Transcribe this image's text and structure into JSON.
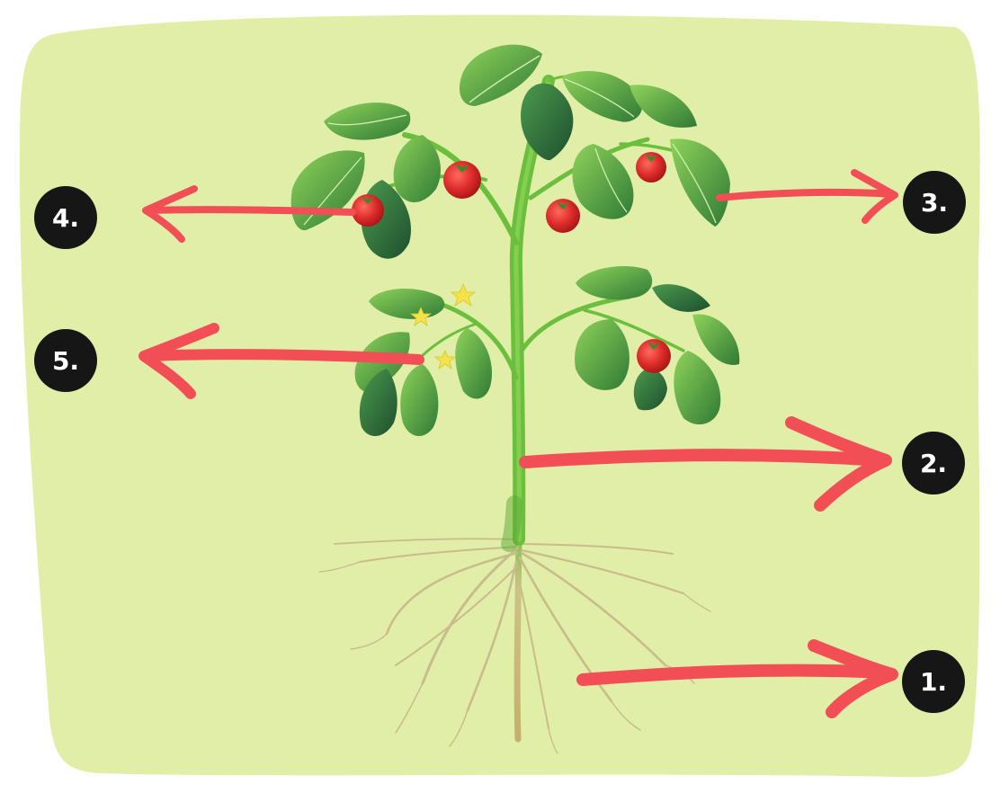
{
  "colors": {
    "background_panel": "#e0eea8",
    "arrow": "#f24e56",
    "badge_fill": "#161616",
    "badge_text": "#ffffff",
    "stem": "#6cbf3c",
    "leaf": "#4f9a3b",
    "leaf_dark": "#2f6b32",
    "tomato": "#d8262a",
    "flower": "#f3e24a",
    "root": "#c9b57a"
  },
  "labels": [
    {
      "id": "1",
      "text": "1.",
      "points_to": "root"
    },
    {
      "id": "2",
      "text": "2.",
      "points_to": "stem"
    },
    {
      "id": "3",
      "text": "3.",
      "points_to": "leaf"
    },
    {
      "id": "4",
      "text": "4.",
      "points_to": "fruit"
    },
    {
      "id": "5",
      "text": "5.",
      "points_to": "flower"
    }
  ]
}
